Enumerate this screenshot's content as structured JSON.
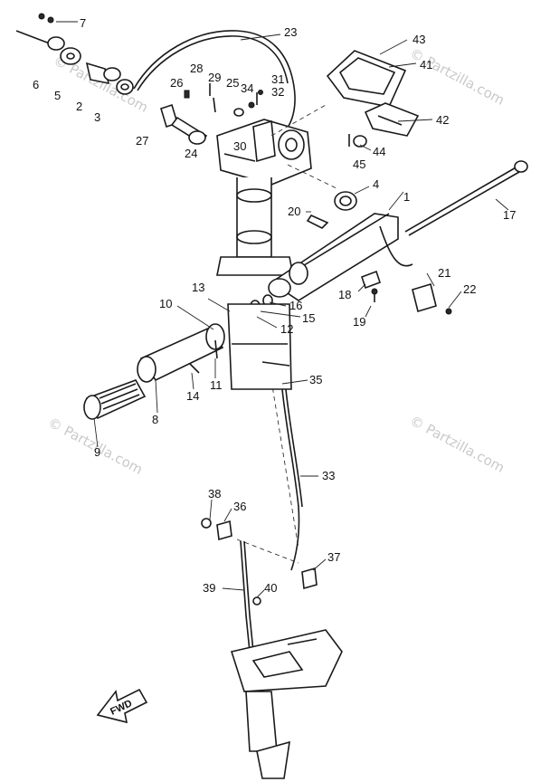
{
  "watermarks": [
    "© Partzilla.com",
    "© Partzilla.com",
    "© Partzilla.com",
    "© Partzilla.com"
  ],
  "fwd_label": "FWD",
  "callouts": [
    "7",
    "23",
    "43",
    "6",
    "5",
    "2",
    "3",
    "41",
    "28",
    "26",
    "29",
    "25",
    "34",
    "31",
    "32",
    "27",
    "24",
    "30",
    "42",
    "44",
    "45",
    "4",
    "20",
    "1",
    "17",
    "13",
    "10",
    "16",
    "15",
    "12",
    "21",
    "22",
    "18",
    "19",
    "11",
    "14",
    "8",
    "35",
    "9",
    "33",
    "38",
    "36",
    "37",
    "39",
    "40"
  ]
}
